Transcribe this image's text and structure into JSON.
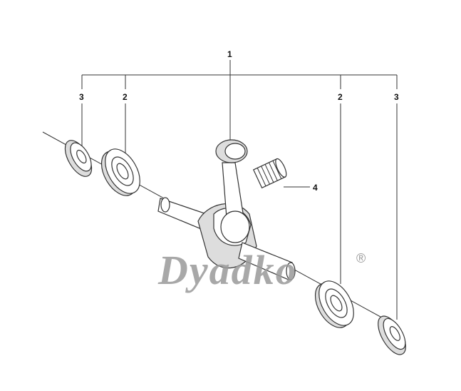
{
  "diagram": {
    "labels": {
      "crankshaft": "1",
      "bearing_left": "2",
      "bearing_right": "2",
      "seal_left": "3",
      "seal_right": "3",
      "needle_bearing": "4"
    },
    "watermark": "Dyadko",
    "watermark_mark": "®"
  }
}
